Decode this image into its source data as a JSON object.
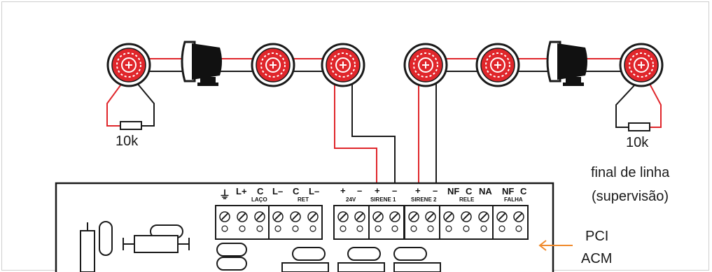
{
  "labels": {
    "resistor_left": "10k",
    "resistor_right": "10k",
    "eol_line1": "final de linha",
    "eol_line2": "(supervisão)",
    "panel_line1": "PCI",
    "panel_line2": "ACM"
  },
  "terminals": {
    "ground": "⏚",
    "l_plus": "L+",
    "c1": "C",
    "laco": "LAÇO",
    "l_minus1": "L–",
    "c2": "C",
    "l_minus2": "L–",
    "ret": "RET",
    "v24_plus": "+",
    "v24_minus": "–",
    "v24": "24V",
    "s1_plus": "+",
    "s1_minus": "–",
    "sirene1": "SIRENE 1",
    "s2_plus": "+",
    "s2_minus": "–",
    "sirene2": "SIRENE 2",
    "nf1": "NF",
    "c3": "C",
    "na": "NA",
    "rele": "RELE",
    "nf2": "NF",
    "c4": "C",
    "falha": "FALHA"
  },
  "colors": {
    "wire_red": "#e0262b",
    "wire_black": "#1a1a1a",
    "arrow": "#f08a2c",
    "detector_red": "#e0262b"
  },
  "icons": {
    "detector": "smoke-detector-icon",
    "siren": "siren-icon",
    "resistor": "resistor-icon",
    "screw_terminal": "screw-terminal-icon"
  }
}
